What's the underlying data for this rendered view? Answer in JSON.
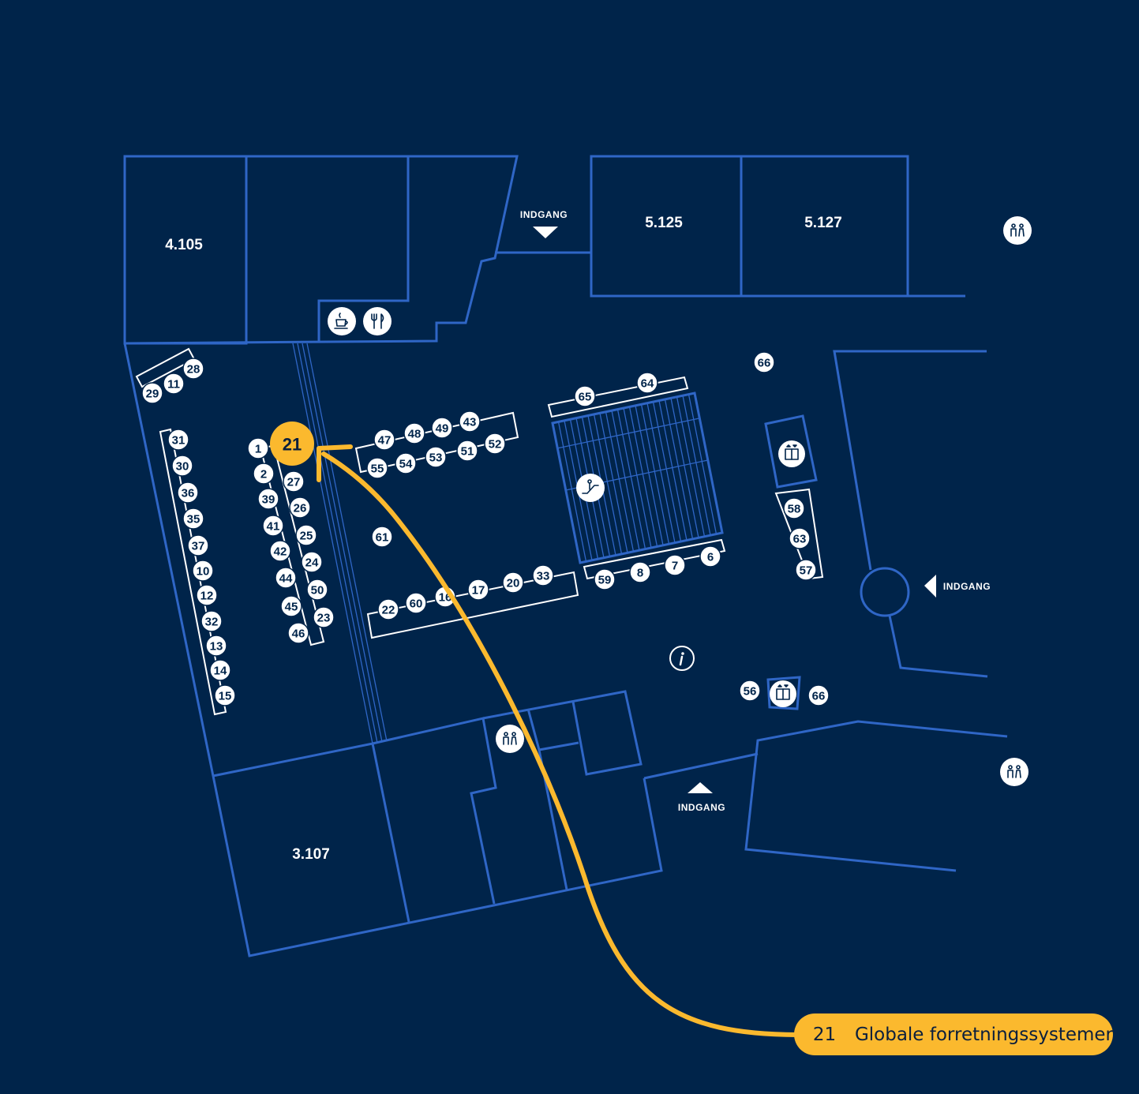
{
  "rooms": {
    "r4105": "4.105",
    "r5125": "5.125",
    "r5127": "5.127",
    "r3107": "3.107"
  },
  "entrances": {
    "top": "INDGANG",
    "right": "INDGANG",
    "bottom": "INDGANG"
  },
  "booths": {
    "b1": "1",
    "b2": "2",
    "b6": "6",
    "b7": "7",
    "b8": "8",
    "b10": "10",
    "b11": "11",
    "b12": "12",
    "b13": "13",
    "b14": "14",
    "b15": "15",
    "b16": "16",
    "b17": "17",
    "b20": "20",
    "b21": "21",
    "b22": "22",
    "b23": "23",
    "b24": "24",
    "b25": "25",
    "b26": "26",
    "b27": "27",
    "b28": "28",
    "b29": "29",
    "b30": "30",
    "b31": "31",
    "b32": "32",
    "b33": "33",
    "b35": "35",
    "b36": "36",
    "b37": "37",
    "b39": "39",
    "b41": "41",
    "b42": "42",
    "b43": "43",
    "b44": "44",
    "b45": "45",
    "b46": "46",
    "b47": "47",
    "b48": "48",
    "b49": "49",
    "b50": "50",
    "b51": "51",
    "b52": "52",
    "b53": "53",
    "b54": "54",
    "b55": "55",
    "b56": "56",
    "b57": "57",
    "b58": "58",
    "b59": "59",
    "b60": "60",
    "b61": "61",
    "b63": "63",
    "b64": "64",
    "b65": "65",
    "b66a": "66",
    "b66b": "66"
  },
  "highlight": {
    "booth": "21",
    "exhibitor": "Globale forretningssystemer"
  },
  "icons": [
    "toilet-icon",
    "cafe-icon",
    "restaurant-icon",
    "escalator-icon",
    "elevator-icon",
    "info-icon"
  ],
  "colors": {
    "background": "#00244a",
    "walls": "#2f66c6",
    "highlight": "#fbb92e",
    "booth_fill": "#ffffff"
  }
}
